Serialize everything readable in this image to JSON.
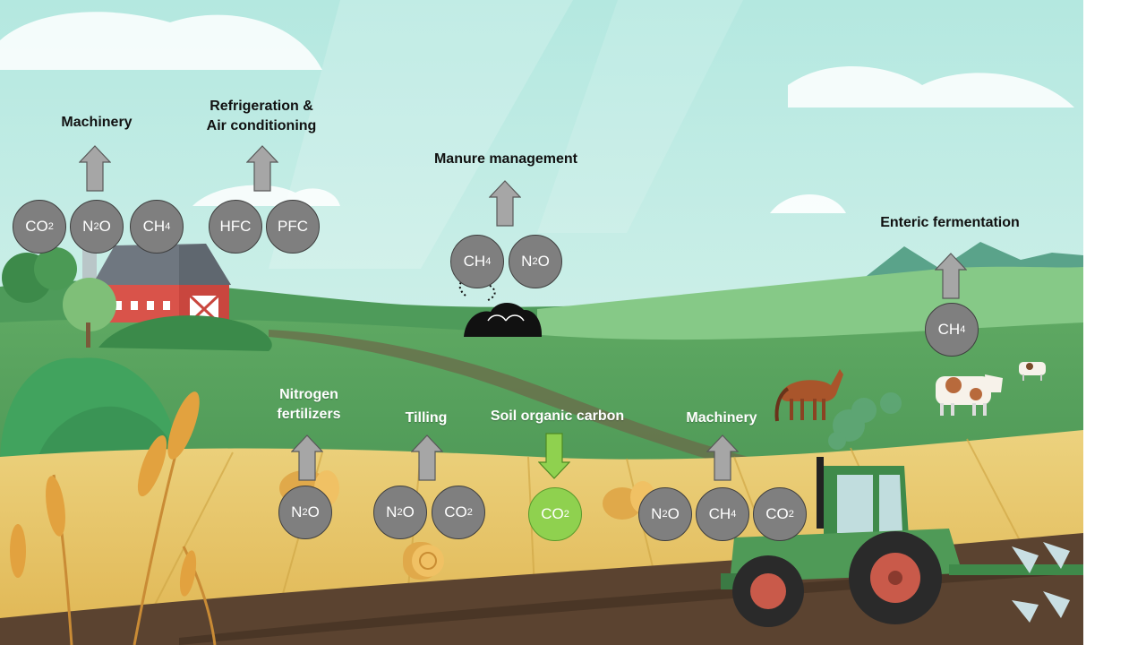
{
  "labels": {
    "machinery_top": "Machinery",
    "refrigeration_line1": "Refrigeration &",
    "refrigeration_line2": "Air conditioning",
    "manure": "Manure management",
    "enteric": "Enteric fermentation",
    "nitrogen_line1": "Nitrogen",
    "nitrogen_line2": "fertilizers",
    "tilling": "Tilling",
    "soil_carbon": "Soil organic carbon",
    "machinery_bottom": "Machinery"
  },
  "gases": {
    "machinery_top": [
      {
        "base": "CO",
        "sub": "2"
      },
      {
        "base": "N",
        "sub": "2",
        "tail": "O"
      },
      {
        "base": "CH",
        "sub": "4"
      }
    ],
    "refrigeration": [
      {
        "base": "HFC"
      },
      {
        "base": "PFC"
      }
    ],
    "manure": [
      {
        "base": "CH",
        "sub": "4"
      },
      {
        "base": "N",
        "sub": "2",
        "tail": "O"
      }
    ],
    "enteric": [
      {
        "base": "CH",
        "sub": "4"
      }
    ],
    "nitrogen": [
      {
        "base": "N",
        "sub": "2",
        "tail": "O"
      }
    ],
    "tilling": [
      {
        "base": "N",
        "sub": "2",
        "tail": "O"
      },
      {
        "base": "CO",
        "sub": "2"
      }
    ],
    "soil_carbon": [
      {
        "base": "CO",
        "sub": "2"
      }
    ],
    "machinery_bottom": [
      {
        "base": "N",
        "sub": "2",
        "tail": "O"
      },
      {
        "base": "CH",
        "sub": "4"
      },
      {
        "base": "CO",
        "sub": "2"
      }
    ]
  },
  "arrows": {
    "emission": "up",
    "sequestration": "down"
  },
  "colors": {
    "gas_circle": "#7f7f7f",
    "sequestration_circle": "#8fd14f",
    "emission_arrow": "#a6a6a6",
    "sequestration_arrow": "#8fd14f"
  }
}
